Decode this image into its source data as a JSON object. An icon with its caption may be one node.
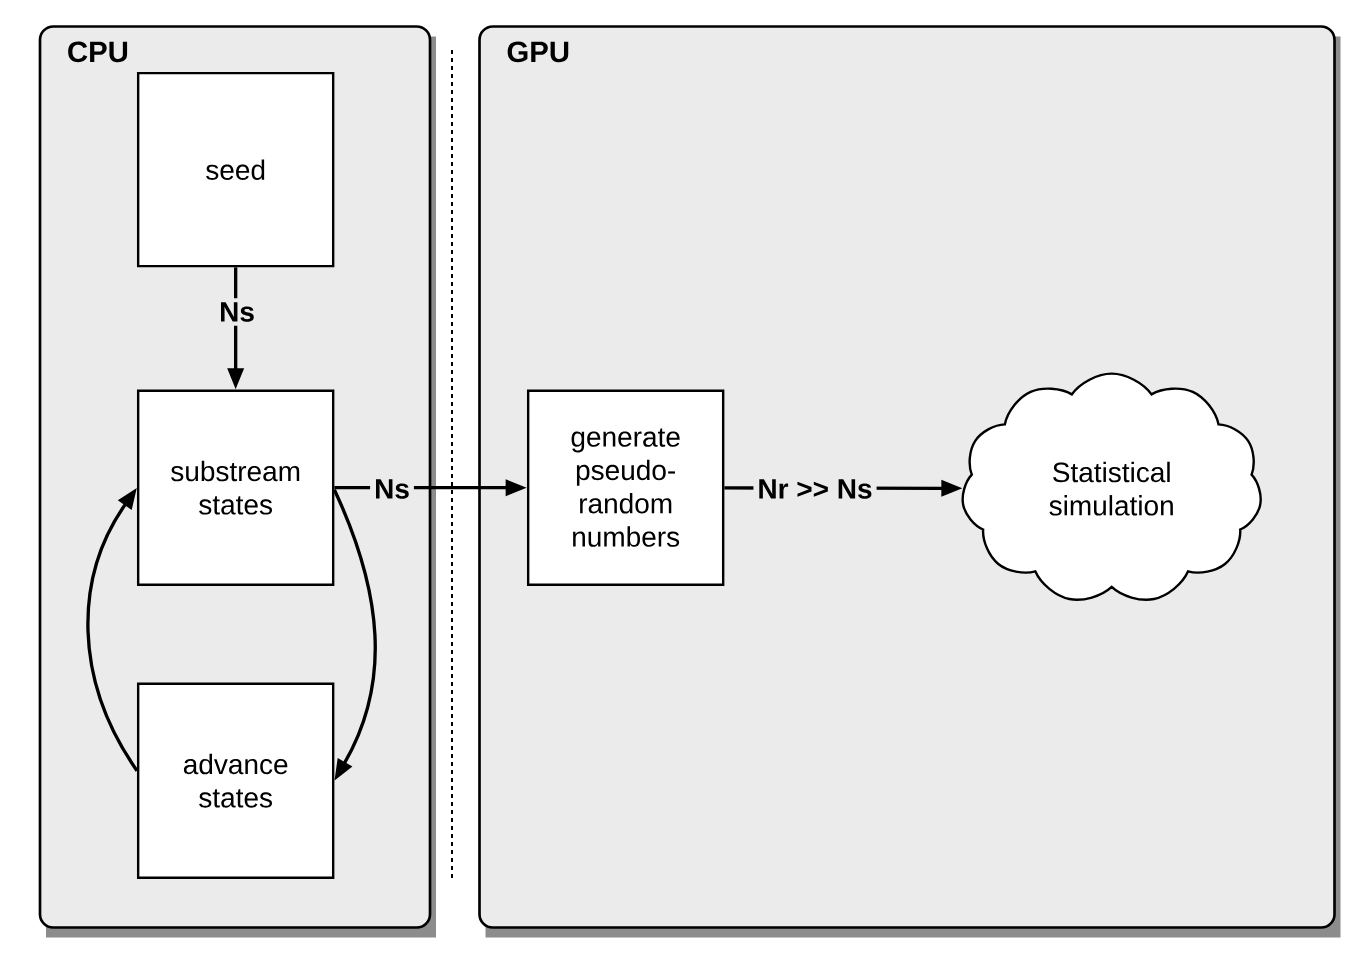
{
  "diagram": {
    "nodes": [
      {
        "text": [
          "CPU"
        ]
      },
      {
        "text": [
          "GPU"
        ]
      },
      {
        "text": [
          "seed"
        ],
        "in": 0
      },
      {
        "text": [
          "substream states"
        ],
        "in": 0
      },
      {
        "text": [
          "advance states"
        ],
        "in": 0
      },
      {
        "text": [
          "generate pseudo- random numbers"
        ],
        "in": 1
      },
      {
        "text": [
          "Statistical simulation"
        ],
        "in": 1
      }
    ],
    "edges": [
      {
        "from": 2,
        "to": 3,
        "arrow": "to",
        "label": "Ns"
      },
      {
        "from": 3,
        "to": 5,
        "arrow": "to",
        "label": "Ns"
      },
      {
        "from": 5,
        "to": 6,
        "arrow": "to",
        "label": "Nr >> Ns"
      },
      {
        "from": 3,
        "to": 4,
        "arrow": "to"
      },
      {
        "from": 4,
        "to": 3,
        "arrow": "to"
      }
    ]
  }
}
